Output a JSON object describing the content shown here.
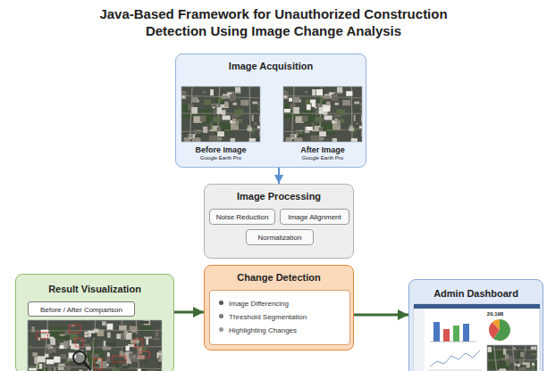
{
  "diagram": {
    "title": "Java-Based Framework for Unauthorized Construction Detection Using Image Change Analysis",
    "nodes": [
      {
        "text": [
          "Image Acquisition"
        ]
      },
      {
        "text": [
          "Image Processing"
        ]
      },
      {
        "text": [
          "Noise Reduction"
        ],
        "in": 1
      },
      {
        "text": [
          "Image Alignment"
        ],
        "in": 1
      },
      {
        "text": [
          "Normalization"
        ],
        "in": 1
      },
      {
        "text": [
          "Result Visualization"
        ]
      },
      {
        "text": [
          "Before / After Comparison"
        ],
        "in": 5
      },
      {
        "text": [
          "Change Detection"
        ]
      },
      {
        "text": [
          "Image Differencing",
          "Threshold Segmentation",
          "Highlighting Changes"
        ],
        "in": 7
      },
      {
        "text": [
          "Admin Dashboard"
        ]
      }
    ],
    "edges": [
      {
        "from": 0,
        "to": 1,
        "arrow": "to"
      },
      {
        "from": 5,
        "to": 7,
        "arrow": "to"
      },
      {
        "from": 7,
        "to": 9,
        "arrow": "to"
      }
    ],
    "labels": [
      "Before Image",
      "Google Earth Pro",
      "After Image",
      "Google Earth Pro",
      "20,198"
    ]
  }
}
